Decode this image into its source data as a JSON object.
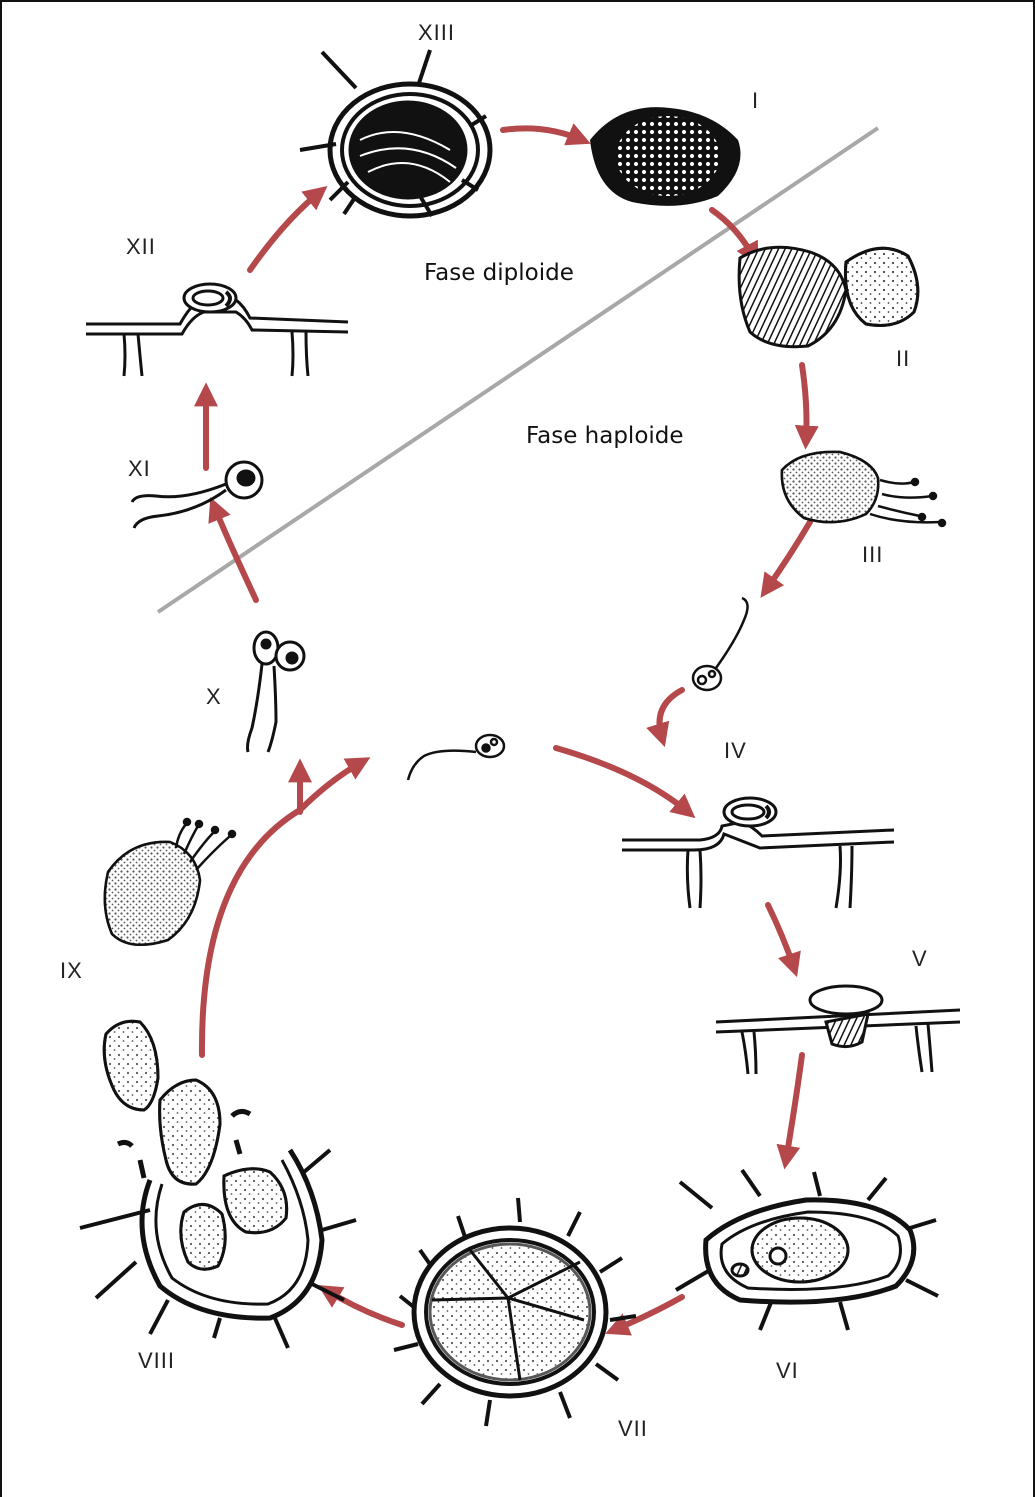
{
  "phases": {
    "diploid": "Fase diploide",
    "haploid": "Fase haploide"
  },
  "stages": [
    {
      "id": "I",
      "label": "I"
    },
    {
      "id": "II",
      "label": "II"
    },
    {
      "id": "III",
      "label": "III"
    },
    {
      "id": "IV",
      "label": "IV"
    },
    {
      "id": "V",
      "label": "V"
    },
    {
      "id": "VI",
      "label": "VI"
    },
    {
      "id": "VII",
      "label": "VII"
    },
    {
      "id": "VIII",
      "label": "VIII"
    },
    {
      "id": "IX",
      "label": "IX"
    },
    {
      "id": "X",
      "label": "X"
    },
    {
      "id": "XI",
      "label": "XI"
    },
    {
      "id": "XII",
      "label": "XII"
    },
    {
      "id": "XIII",
      "label": "XIII"
    }
  ],
  "colors": {
    "arrow": "#b5484b",
    "divider": "#a8a8a8",
    "ink": "#111111"
  }
}
